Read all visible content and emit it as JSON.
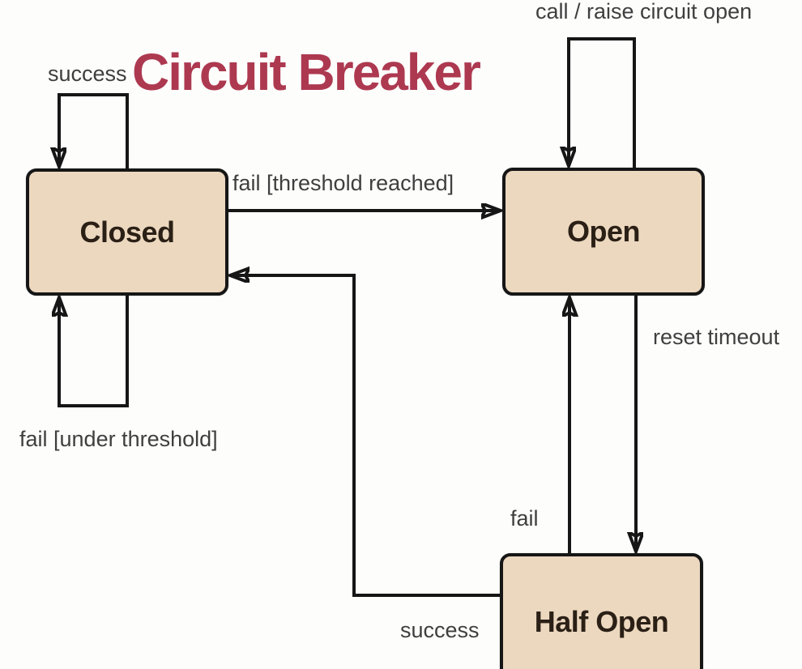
{
  "title": {
    "text": "Circuit Breaker"
  },
  "states": [
    {
      "id": "closed",
      "label": "Closed"
    },
    {
      "id": "open",
      "label": "Open"
    },
    {
      "id": "half_open",
      "label": "Half Open"
    }
  ],
  "transitions": [
    {
      "id": "closed-success-self",
      "label": "success",
      "from": "Closed",
      "to": "Closed"
    },
    {
      "id": "closed-to-open",
      "label": "fail [threshold reached]",
      "from": "Closed",
      "to": "Open"
    },
    {
      "id": "closed-fail-self",
      "label": "fail [under threshold]",
      "from": "Closed",
      "to": "Closed"
    },
    {
      "id": "open-call-self",
      "label": "call / raise circuit open",
      "from": "Open",
      "to": "Open"
    },
    {
      "id": "open-to-half-open",
      "label": "reset timeout",
      "from": "Open",
      "to": "Half Open"
    },
    {
      "id": "half-open-to-open",
      "label": "fail",
      "from": "Half Open",
      "to": "Open"
    },
    {
      "id": "half-open-to-closed",
      "label": "success",
      "from": "Half Open",
      "to": "Closed"
    }
  ],
  "colors": {
    "background": "#fdfdfc",
    "state_fill": "#ecd8bf",
    "state_border": "#161616",
    "state_text": "#2b2016",
    "arrow_stroke": "#161616",
    "edge_label_text": "#3f3f3f",
    "title_text": "#ad3950"
  }
}
